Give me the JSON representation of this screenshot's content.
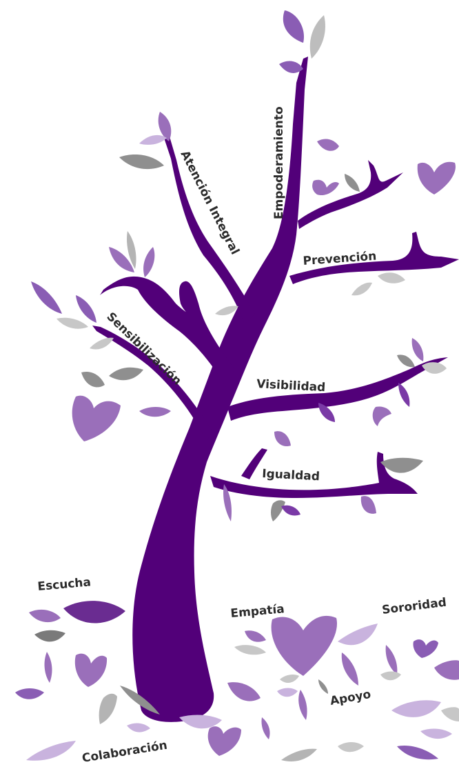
{
  "colors": {
    "trunk": "#520079",
    "leaf_dark": "#6a2c91",
    "leaf_mid": "#9a6fba",
    "leaf_light": "#c9b3de",
    "leaf_gray": "#8f8f8f",
    "leaf_lightgray": "#c7c7c7",
    "text": "#2b2b2b"
  },
  "branches": {
    "empoderamiento": "Empoderamiento",
    "atencion_integral": "Atención Integral",
    "prevencion": "Prevención",
    "sensibilizacion": "Sensibilización",
    "visibilidad": "Visibilidad",
    "igualdad": "Igualdad"
  },
  "ground_words": {
    "escucha": "Escucha",
    "empatia": "Empatía",
    "sororidad": "Sororidad",
    "apoyo": "Apoyo",
    "colaboracion": "Colaboración"
  }
}
